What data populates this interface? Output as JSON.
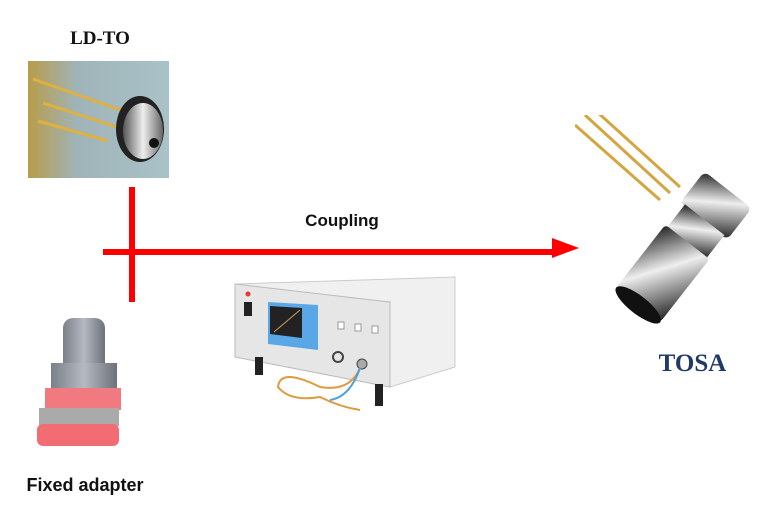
{
  "labels": {
    "ld_to": "LD-TO",
    "coupling": "Coupling",
    "tosa": "TOSA",
    "fixed_adapter": "Fixed adapter"
  },
  "colors": {
    "arrow": "#ff0000",
    "tosa_label": "#1f3a68"
  }
}
